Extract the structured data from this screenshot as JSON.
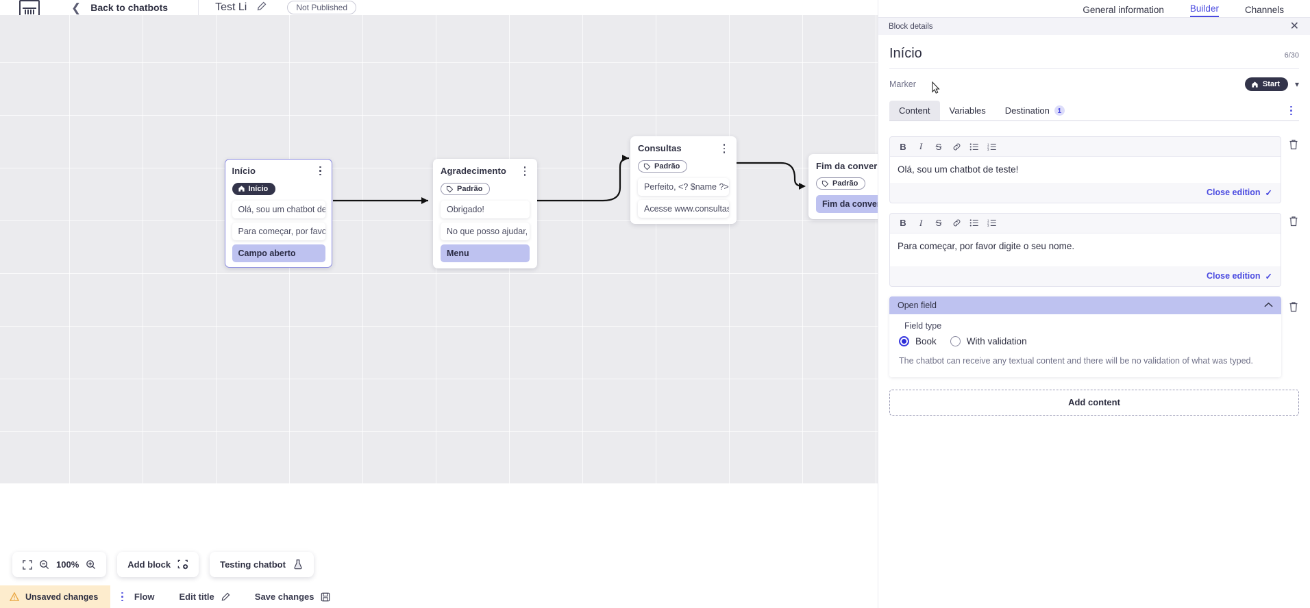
{
  "header": {
    "logo_icon": "brand-logo-icon",
    "back_chevron_icon": "chevron-left-icon",
    "back_label": "Back to chatbots",
    "bot_name": "Test Li",
    "edit_icon": "pencil-icon",
    "publish_status": "Not Published"
  },
  "top_tabs": [
    {
      "label": "General information",
      "active": false
    },
    {
      "label": "Builder",
      "active": true
    },
    {
      "label": "Channels",
      "active": false
    }
  ],
  "panel": {
    "section_label": "Block details",
    "close_icon": "close-icon",
    "title": "Início",
    "char_counter": "6/30",
    "marker_label": "Marker",
    "marker_value": "Start",
    "marker_icon": "home-icon",
    "marker_chevron_icon": "chevron-down-icon",
    "tabs": [
      {
        "label": "Content",
        "active": true,
        "badge": ""
      },
      {
        "label": "Variables",
        "active": false,
        "badge": ""
      },
      {
        "label": "Destination",
        "active": false,
        "badge": "1"
      }
    ],
    "more_icon": "kebab-menu-icon",
    "toolbar_icons": [
      "bold-icon",
      "italic-icon",
      "strikethrough-icon",
      "link-icon",
      "bullet-list-icon",
      "numbered-list-icon"
    ],
    "toolbar_glyphs": [
      "B",
      "I",
      "S",
      "⚗",
      "☰",
      "☰"
    ],
    "editors": [
      {
        "text": "Olá, sou um chatbot de teste!",
        "close_label": "Close edition",
        "check_icon": "check-icon",
        "delete_icon": "trash-icon"
      },
      {
        "text": "Para começar, por favor digite o seu nome.",
        "close_label": "Close edition",
        "check_icon": "check-icon",
        "delete_icon": "trash-icon"
      }
    ],
    "open_field": {
      "header": "Open field",
      "collapse_icon": "chevron-up-icon",
      "delete_icon": "trash-icon",
      "field_type_label": "Field type",
      "options": [
        {
          "label": "Book",
          "selected": true
        },
        {
          "label": "With validation",
          "selected": false
        }
      ],
      "description": "The chatbot can receive any textual content and there will be no validation of what was typed."
    },
    "add_content_label": "Add content"
  },
  "canvas": {
    "nodes": [
      {
        "id": "inicio",
        "title": "Início",
        "badge": "Início",
        "badge_style": "dark",
        "badge_icon": "home-icon",
        "selected": true,
        "kebab_icon": "kebab-menu-icon",
        "rows": [
          {
            "text": "Olá, sou um chatbot de teste!",
            "highlight": false
          },
          {
            "text": "Para começar, por favor digite o ...",
            "highlight": false
          },
          {
            "text": "Campo aberto",
            "highlight": true
          }
        ]
      },
      {
        "id": "agradecimento",
        "title": "Agradecimento",
        "badge": "Padrão",
        "badge_style": "outline",
        "badge_icon": "tag-icon",
        "selected": false,
        "kebab_icon": "kebab-menu-icon",
        "rows": [
          {
            "text": "Obrigado!",
            "highlight": false
          },
          {
            "text": "No que posso ajudar, <? $name ...",
            "highlight": false
          },
          {
            "text": "Menu",
            "highlight": true
          }
        ]
      },
      {
        "id": "consultas",
        "title": "Consultas",
        "badge": "Padrão",
        "badge_style": "outline",
        "badge_icon": "tag-icon",
        "selected": false,
        "kebab_icon": "kebab-menu-icon",
        "rows": [
          {
            "text": "Perfeito, <? $name ?>!",
            "highlight": false
          },
          {
            "text": "Acesse www.consultas.com par...",
            "highlight": false
          }
        ]
      },
      {
        "id": "fim",
        "title": "Fim da conversa",
        "badge": "Padrão",
        "badge_style": "outline",
        "badge_icon": "tag-icon",
        "selected": false,
        "kebab_icon": "",
        "rows": [
          {
            "text": "Fim da conversa",
            "highlight": true
          }
        ]
      }
    ]
  },
  "toolbar": {
    "fit_icon": "fit-screen-icon",
    "zoom_out_icon": "zoom-out-icon",
    "zoom_level": "100%",
    "zoom_in_icon": "zoom-in-icon",
    "add_block_label": "Add block",
    "add_block_icon": "add-block-icon",
    "testing_label": "Testing chatbot",
    "testing_icon": "flask-icon"
  },
  "statusbar": {
    "warning_icon": "warning-icon",
    "unsaved_label": "Unsaved changes",
    "kebab_icon": "kebab-menu-icon",
    "flow_label": "Flow",
    "edit_title_label": "Edit title",
    "edit_title_icon": "pencil-icon",
    "save_label": "Save changes",
    "save_icon": "save-icon"
  },
  "colors": {
    "accent": "#4a4ae0",
    "highlight_row": "#bec2f0",
    "dark_badge": "#33344a",
    "warning_bg": "#fdeccd"
  }
}
